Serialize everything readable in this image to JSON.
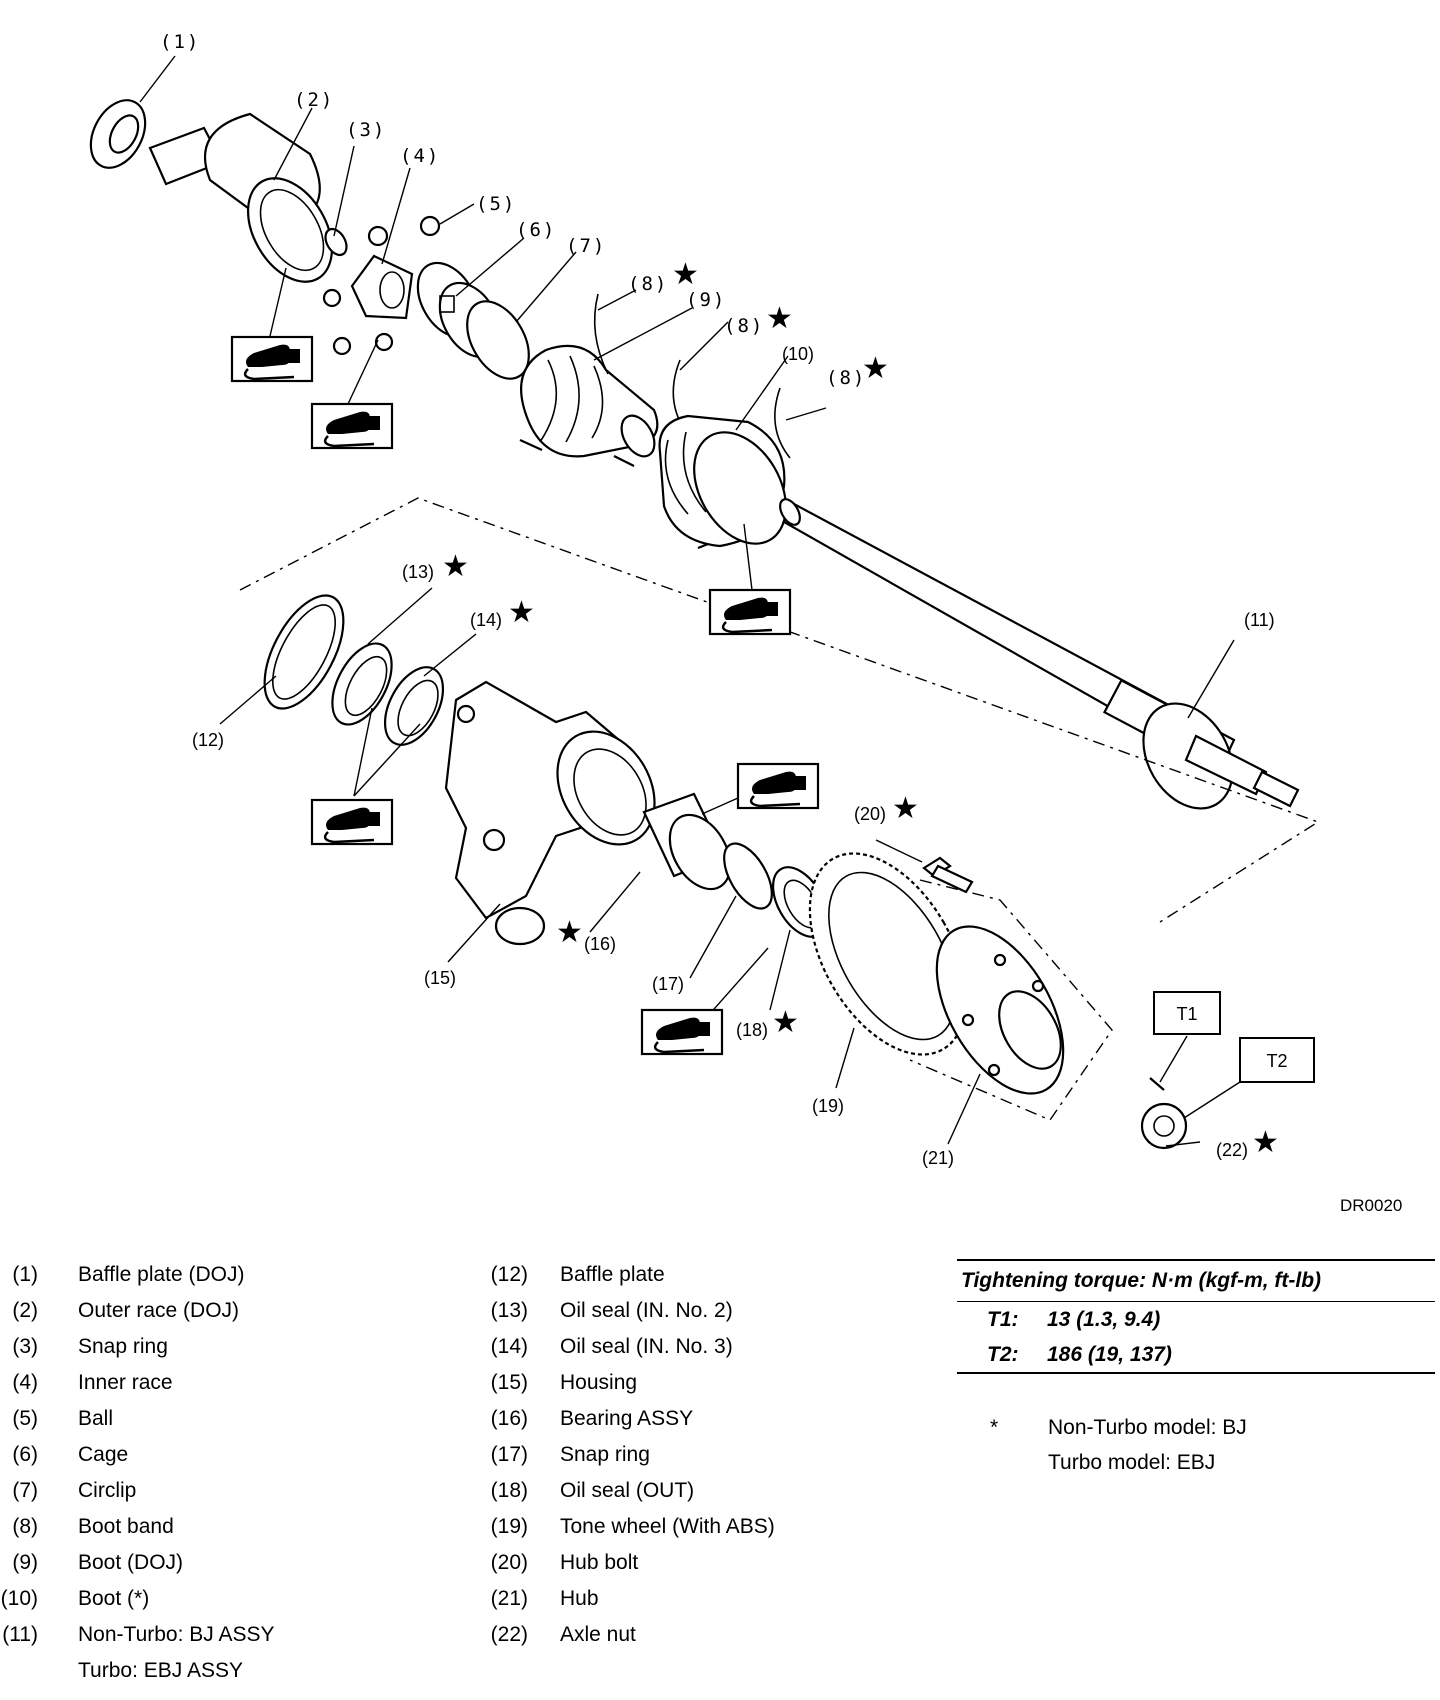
{
  "diagram": {
    "figure_code": "DR0020",
    "callouts": {
      "c1": "(1)",
      "c2": "(2)",
      "c3": "(3)",
      "c4": "(4)",
      "c5": "(5)",
      "c6": "(6)",
      "c7": "(7)",
      "c8a": "(8)",
      "c8b": "(8)",
      "c8c": "(8)",
      "c9": "(9)",
      "c10": "(10)",
      "c11": "(11)",
      "c12": "(12)",
      "c13": "(13)",
      "c14": "(14)",
      "c15": "(15)",
      "c16": "(16)",
      "c17": "(17)",
      "c18": "(18)",
      "c19": "(19)",
      "c20": "(20)",
      "c21": "(21)",
      "c22": "(22)"
    },
    "star_symbol": "★",
    "torque_tags": {
      "t1": "T1",
      "t2": "T2"
    },
    "icons": [
      "grease-icon"
    ]
  },
  "legend": {
    "left": [
      {
        "num": "(1)",
        "name": "Baffle plate (DOJ)"
      },
      {
        "num": "(2)",
        "name": "Outer race (DOJ)"
      },
      {
        "num": "(3)",
        "name": "Snap ring"
      },
      {
        "num": "(4)",
        "name": "Inner race"
      },
      {
        "num": "(5)",
        "name": "Ball"
      },
      {
        "num": "(6)",
        "name": "Cage"
      },
      {
        "num": "(7)",
        "name": "Circlip"
      },
      {
        "num": "(8)",
        "name": "Boot band"
      },
      {
        "num": "(9)",
        "name": "Boot (DOJ)"
      },
      {
        "num": "(10)",
        "name": "Boot (*)"
      },
      {
        "num": "(11)",
        "name": "Non-Turbo: BJ ASSY",
        "name2": "Turbo: EBJ ASSY"
      }
    ],
    "right": [
      {
        "num": "(12)",
        "name": "Baffle plate"
      },
      {
        "num": "(13)",
        "name": "Oil seal (IN. No. 2)"
      },
      {
        "num": "(14)",
        "name": "Oil seal (IN. No. 3)"
      },
      {
        "num": "(15)",
        "name": "Housing"
      },
      {
        "num": "(16)",
        "name": "Bearing ASSY"
      },
      {
        "num": "(17)",
        "name": "Snap ring"
      },
      {
        "num": "(18)",
        "name": "Oil seal (OUT)"
      },
      {
        "num": "(19)",
        "name": "Tone wheel (With ABS)"
      },
      {
        "num": "(20)",
        "name": "Hub bolt"
      },
      {
        "num": "(21)",
        "name": "Hub"
      },
      {
        "num": "(22)",
        "name": "Axle nut"
      }
    ]
  },
  "torque": {
    "heading": "Tightening torque: N·m (kgf-m, ft-lb)",
    "rows": [
      {
        "key": "T1:",
        "value": "13 (1.3, 9.4)"
      },
      {
        "key": "T2:",
        "value": "186 (19, 137)"
      }
    ]
  },
  "note": {
    "symbol": "*",
    "line1": "Non-Turbo model: BJ",
    "line2": "Turbo model: EBJ"
  }
}
